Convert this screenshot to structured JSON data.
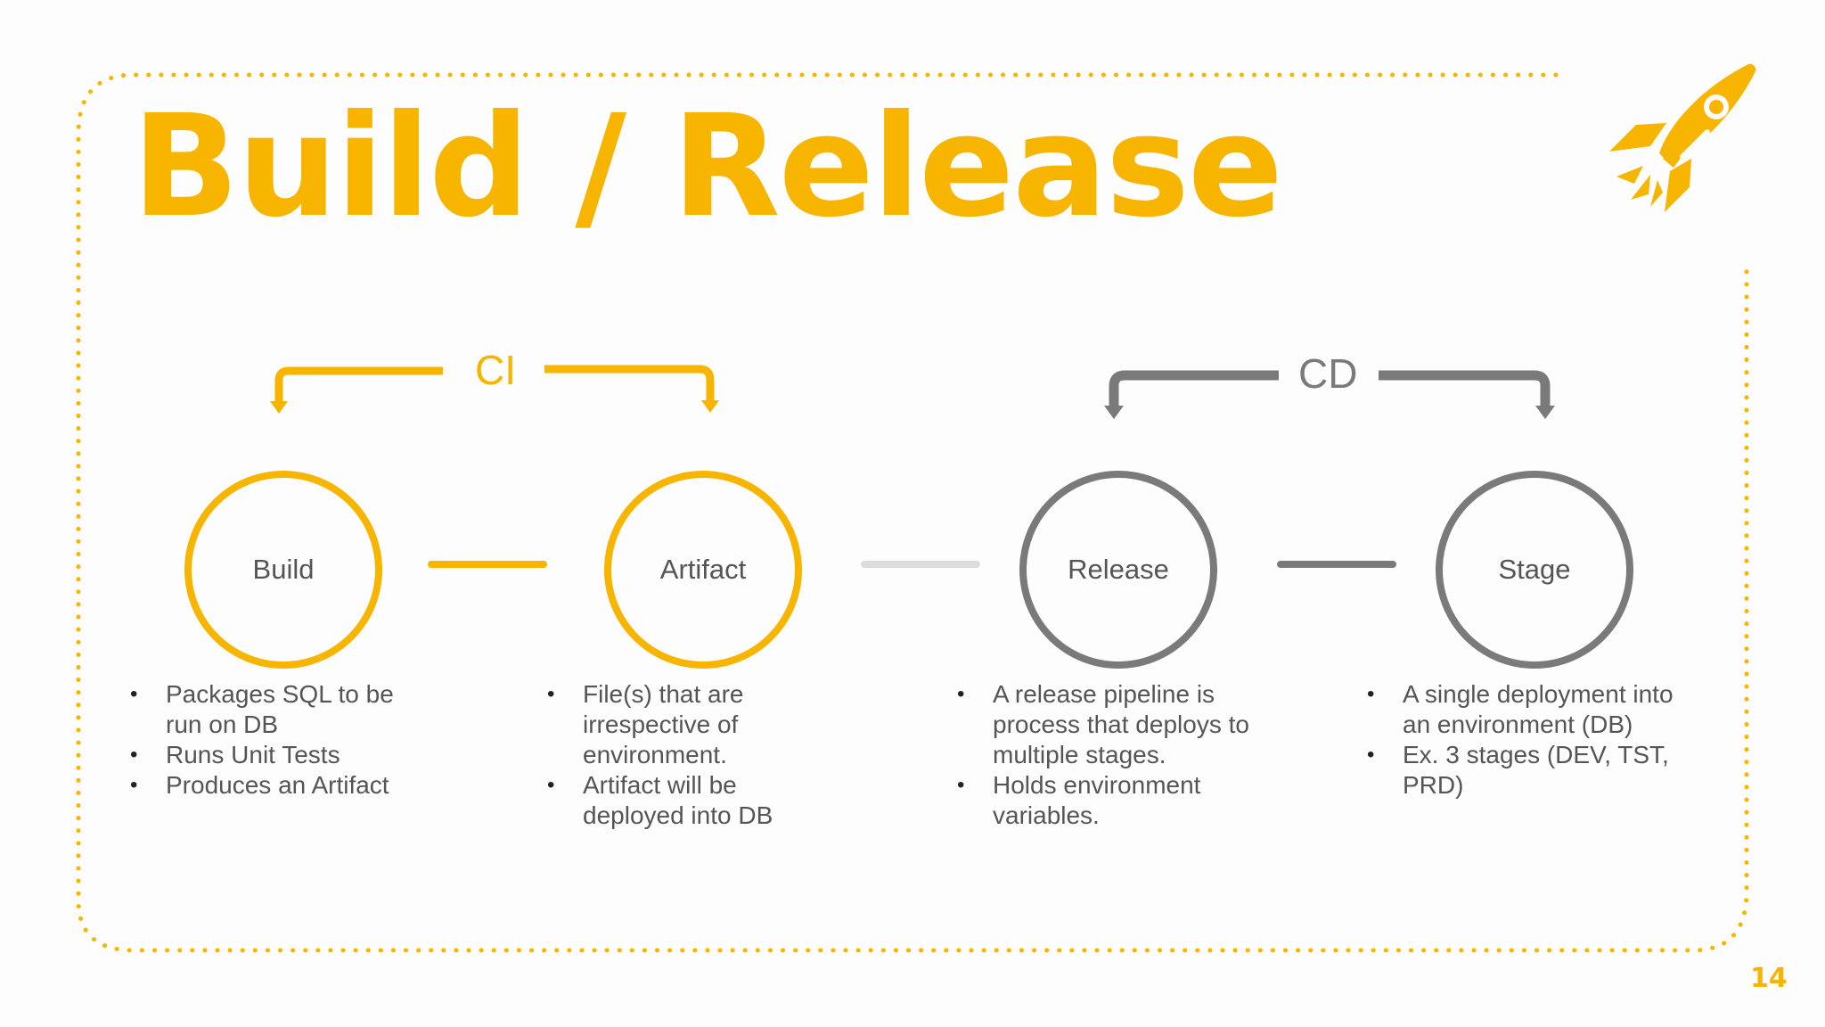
{
  "title": "Build / Release",
  "page_number": "14",
  "colors": {
    "accent": "#F7B500",
    "gray": "#7a7a7a",
    "light_gray": "#dcdcdc",
    "text": "#555555"
  },
  "groups": {
    "ci": {
      "label": "CI",
      "color": "#F7B500"
    },
    "cd": {
      "label": "CD",
      "color": "#7a7a7a"
    }
  },
  "stages": [
    {
      "label": "Build",
      "bullets": [
        "Packages SQL to be run on DB",
        "Runs Unit Tests",
        "Produces an Artifact"
      ]
    },
    {
      "label": "Artifact",
      "bullets": [
        "File(s) that are irrespective of environment.",
        "Artifact will be deployed into DB"
      ]
    },
    {
      "label": "Release",
      "bullets": [
        "A release pipeline is process that deploys to multiple stages.",
        "Holds environment variables."
      ]
    },
    {
      "label": "Stage",
      "bullets": [
        "A single deployment into an environment (DB)",
        "Ex. 3 stages (DEV, TST, PRD)"
      ]
    }
  ],
  "icons": {
    "logo": "rocket-icon"
  }
}
